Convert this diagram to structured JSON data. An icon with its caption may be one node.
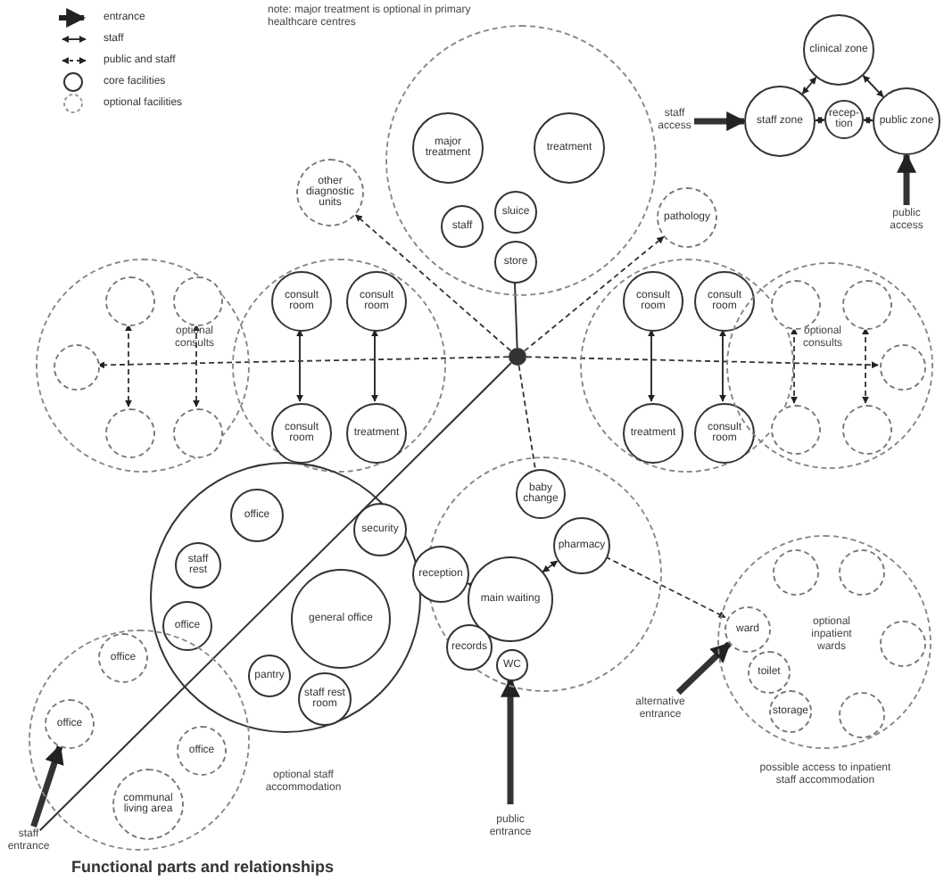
{
  "diagram": {
    "caption": "Functional parts and relationships",
    "nodes": [
      {
        "text": [],
        "shape": "circle"
      },
      {
        "text": [
          "major treatment"
        ],
        "in": 0
      },
      {
        "text": [
          "treatment"
        ],
        "in": 0
      },
      {
        "text": [
          "staff"
        ],
        "in": 0
      },
      {
        "text": [
          "sluice"
        ],
        "in": 0
      },
      {
        "text": [
          "store"
        ],
        "in": 0
      },
      {
        "text": [
          "other diagnostic units"
        ]
      },
      {
        "text": [
          "pathology"
        ]
      },
      {
        "text": [],
        "shape": "circle"
      },
      {
        "text": [],
        "shape": "circle"
      },
      {
        "text": [],
        "shape": "circle",
        "in": 9
      },
      {
        "text": [],
        "shape": "circle",
        "in": 9
      },
      {
        "text": [],
        "shape": "circle",
        "in": 9
      },
      {
        "text": [],
        "shape": "circle",
        "in": 9
      },
      {
        "text": [],
        "shape": "circle",
        "in": 9
      },
      {
        "text": [],
        "shape": "circle"
      },
      {
        "text": [
          "consult room"
        ],
        "in": 15
      },
      {
        "text": [
          "consult room"
        ],
        "in": 15
      },
      {
        "text": [
          "consult room"
        ],
        "in": 15
      },
      {
        "text": [
          "treatment"
        ],
        "in": 15
      },
      {
        "text": [],
        "shape": "circle"
      },
      {
        "text": [
          "consult room"
        ],
        "in": 20
      },
      {
        "text": [
          "consult room"
        ],
        "in": 20
      },
      {
        "text": [
          "treatment"
        ],
        "in": 20
      },
      {
        "text": [
          "consult room"
        ],
        "in": 20
      },
      {
        "text": [],
        "shape": "circle"
      },
      {
        "text": [],
        "shape": "circle",
        "in": 25
      },
      {
        "text": [],
        "shape": "circle",
        "in": 25
      },
      {
        "text": [],
        "shape": "circle",
        "in": 25
      },
      {
        "text": [],
        "shape": "circle",
        "in": 25
      },
      {
        "text": [],
        "shape": "circle",
        "in": 25
      },
      {
        "text": [],
        "shape": "circle"
      },
      {
        "text": [
          "office"
        ],
        "in": 31
      },
      {
        "text": [
          "staff rest"
        ],
        "in": 31
      },
      {
        "text": [
          "office"
        ],
        "in": 31
      },
      {
        "text": [
          "security"
        ],
        "in": 31
      },
      {
        "text": [
          "general office"
        ],
        "in": 31
      },
      {
        "text": [
          "pantry"
        ],
        "in": 31
      },
      {
        "text": [
          "staff rest room"
        ],
        "in": 31
      },
      {
        "text": [],
        "shape": "circle"
      },
      {
        "text": [
          "office"
        ],
        "in": 39
      },
      {
        "text": [
          "office"
        ],
        "in": 39
      },
      {
        "text": [
          "office"
        ],
        "in": 39
      },
      {
        "text": [
          "communal living area"
        ],
        "in": 39
      },
      {
        "text": [],
        "shape": "circle"
      },
      {
        "text": [
          "reception"
        ]
      },
      {
        "text": [
          "main waiting"
        ],
        "in": 44
      },
      {
        "text": [
          "baby change"
        ],
        "in": 44
      },
      {
        "text": [
          "pharmacy"
        ],
        "in": 44
      },
      {
        "text": [
          "records"
        ],
        "in": 44
      },
      {
        "text": [
          "WC"
        ],
        "in": 44
      },
      {
        "text": [],
        "shape": "circle"
      },
      {
        "text": [
          "ward"
        ],
        "in": 51
      },
      {
        "text": [
          "toilet"
        ],
        "in": 51
      },
      {
        "text": [
          "storage"
        ],
        "in": 51
      },
      {
        "text": [],
        "shape": "circle",
        "in": 51
      },
      {
        "text": [],
        "shape": "circle",
        "in": 51
      },
      {
        "text": [],
        "shape": "circle",
        "in": 51
      },
      {
        "text": [],
        "shape": "circle",
        "in": 51
      },
      {
        "text": [
          "clinical zone"
        ]
      },
      {
        "text": [
          "staff zone"
        ]
      },
      {
        "text": [
          "recep- tion"
        ]
      },
      {
        "text": [
          "public zone"
        ]
      },
      {
        "text": [
          "staff access"
        ]
      },
      {
        "text": [
          "public access"
        ]
      },
      {
        "text": [
          "staff entrance"
        ]
      },
      {
        "text": [
          "public entrance"
        ]
      },
      {
        "text": [
          "alternative entrance"
        ]
      }
    ],
    "edges": [
      {
        "from": 16,
        "to": 18,
        "arrow": "both"
      },
      {
        "from": 17,
        "to": 19,
        "arrow": "both"
      },
      {
        "from": 21,
        "to": 23,
        "arrow": "both"
      },
      {
        "from": 22,
        "to": 24,
        "arrow": "both"
      },
      {
        "from": 10,
        "to": 13,
        "arrow": "both",
        "style": "dashed"
      },
      {
        "from": 11,
        "to": 14,
        "arrow": "both",
        "style": "dashed"
      },
      {
        "from": 26,
        "to": 29,
        "arrow": "both",
        "style": "dashed"
      },
      {
        "from": 27,
        "to": 30,
        "arrow": "both",
        "style": "dashed"
      },
      {
        "from": 8,
        "to": 12,
        "arrow": "to",
        "style": "dashed"
      },
      {
        "from": 8,
        "to": 28,
        "arrow": "to",
        "style": "dashed"
      },
      {
        "from": 8,
        "to": 6,
        "arrow": "to",
        "style": "dashed"
      },
      {
        "from": 8,
        "to": 7,
        "arrow": "to",
        "style": "dashed"
      },
      {
        "from": 8,
        "to": 5,
        "arrow": "none"
      },
      {
        "from": 8,
        "to": 47,
        "arrow": "none",
        "style": "dashed"
      },
      {
        "from": 65,
        "to": 8,
        "arrow": "none"
      },
      {
        "from": 66,
        "to": 50,
        "arrow": "to",
        "style": "thick"
      },
      {
        "from": 67,
        "to": 52,
        "arrow": "to",
        "style": "thick"
      },
      {
        "from": 63,
        "to": 60,
        "arrow": "to",
        "style": "thick"
      },
      {
        "from": 64,
        "to": 62,
        "arrow": "to",
        "style": "thick"
      },
      {
        "from": 59,
        "to": 60,
        "arrow": "both"
      },
      {
        "from": 59,
        "to": 62,
        "arrow": "both"
      },
      {
        "from": 60,
        "to": 61,
        "arrow": "both"
      },
      {
        "from": 61,
        "to": 62,
        "arrow": "both"
      },
      {
        "from": 46,
        "to": 45,
        "arrow": "both"
      },
      {
        "from": 46,
        "to": 48,
        "arrow": "both"
      },
      {
        "from": 48,
        "to": 52,
        "arrow": "to",
        "style": "dashed"
      },
      {
        "from": 65,
        "to": 41,
        "arrow": "to",
        "style": "thick"
      }
    ],
    "labels": [
      "note: major treatment is optional in primary healthcare centres",
      "optional consults",
      "optional consults",
      "optional staff accommodation",
      "optional inpatient wards",
      "possible access to inpatient staff accommodation"
    ],
    "legend": [
      {
        "text": "entrance"
      },
      {
        "text": "staff"
      },
      {
        "text": "public and staff"
      },
      {
        "text": "core facilities"
      },
      {
        "text": "optional facilities"
      }
    ]
  }
}
